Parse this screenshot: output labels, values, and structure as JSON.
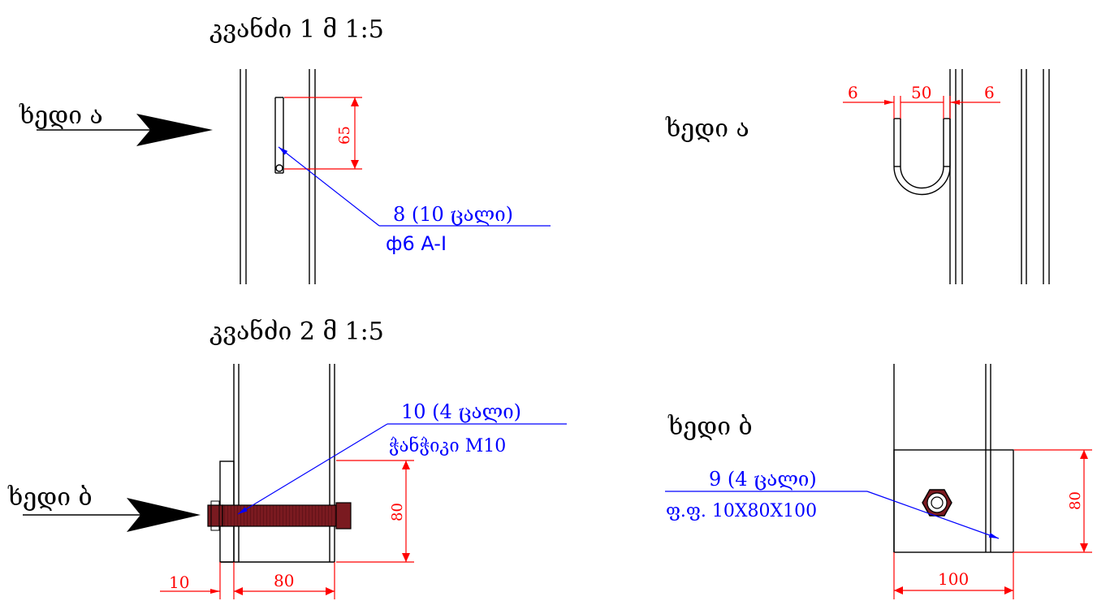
{
  "titles": {
    "node1": "კვანძი 1   მ 1:5",
    "node2": "კვანძი 2   მ 1:5"
  },
  "views": {
    "view_a_arrow": "ხედი ა",
    "view_a_label": "ხედი ა",
    "view_b_arrow": "ხედი ბ",
    "view_b_label": "ხედი ბ"
  },
  "callouts": {
    "c1_line1": "8 (10 ცალი)",
    "c1_line2": "ф6  A-I",
    "c2_line1": "10 (4 ცალი)",
    "c2_line2": "ჭანჭიკი  M10",
    "c3_line1": "9 (4 ცალი)",
    "c3_line2": "ფ.ფ. 10X80X100"
  },
  "dimensions": {
    "d65": "65",
    "d6_left": "6",
    "d50": "50",
    "d6_right": "6",
    "d80_bolt": "80",
    "d10": "10",
    "d80_bottom": "80",
    "d80_plate": "80",
    "d100": "100"
  },
  "colors": {
    "outline": "#000000",
    "dimension": "#ff0000",
    "callout": "#0000ff",
    "bolt": "#7a1a20"
  }
}
